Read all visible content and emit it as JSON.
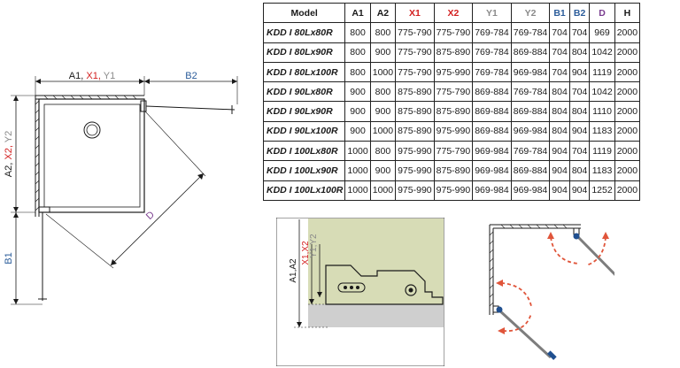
{
  "table": {
    "headers": [
      {
        "label": "Model",
        "color": "#1a1a1a"
      },
      {
        "label": "A1",
        "color": "#1a1a1a"
      },
      {
        "label": "A2",
        "color": "#1a1a1a"
      },
      {
        "label": "X1",
        "color": "#d32020"
      },
      {
        "label": "X2",
        "color": "#d32020"
      },
      {
        "label": "Y1",
        "color": "#8a8a8a"
      },
      {
        "label": "Y2",
        "color": "#8a8a8a"
      },
      {
        "label": "B1",
        "color": "#2b5c9a"
      },
      {
        "label": "B2",
        "color": "#2b5c9a"
      },
      {
        "label": "D",
        "color": "#7a3d8f"
      },
      {
        "label": "H",
        "color": "#1a1a1a"
      }
    ],
    "rows": [
      [
        "KDD I 80Lx80R",
        "800",
        "800",
        "775-790",
        "775-790",
        "769-784",
        "769-784",
        "704",
        "704",
        "969",
        "2000"
      ],
      [
        "KDD I 80Lx90R",
        "800",
        "900",
        "775-790",
        "875-890",
        "769-784",
        "869-884",
        "704",
        "804",
        "1042",
        "2000"
      ],
      [
        "KDD I 80Lx100R",
        "800",
        "1000",
        "775-790",
        "975-990",
        "769-784",
        "969-984",
        "704",
        "904",
        "1119",
        "2000"
      ],
      [
        "KDD I 90Lx80R",
        "900",
        "800",
        "875-890",
        "775-790",
        "869-884",
        "769-784",
        "804",
        "704",
        "1042",
        "2000"
      ],
      [
        "KDD I 90Lx90R",
        "900",
        "900",
        "875-890",
        "875-890",
        "869-884",
        "869-884",
        "804",
        "804",
        "1110",
        "2000"
      ],
      [
        "KDD I 90Lx100R",
        "900",
        "1000",
        "875-890",
        "975-990",
        "869-884",
        "969-984",
        "804",
        "904",
        "1183",
        "2000"
      ],
      [
        "KDD I 100Lx80R",
        "1000",
        "800",
        "975-990",
        "775-790",
        "969-984",
        "769-784",
        "904",
        "704",
        "1119",
        "2000"
      ],
      [
        "KDD I 100Lx90R",
        "1000",
        "900",
        "975-990",
        "875-890",
        "969-984",
        "869-884",
        "904",
        "804",
        "1183",
        "2000"
      ],
      [
        "KDD I 100Lx100R",
        "1000",
        "1000",
        "975-990",
        "975-990",
        "969-984",
        "969-984",
        "904",
        "904",
        "1252",
        "2000"
      ]
    ]
  },
  "plan": {
    "top_dim": {
      "a": "A1, ",
      "x": "X1, ",
      "y": "Y1"
    },
    "side_dim": {
      "a": "A2, ",
      "x": "X2, ",
      "y": "Y2"
    },
    "b1": "B1",
    "b2": "B2",
    "d": "D"
  },
  "detail": {
    "a": "A1,A2",
    "x": "X1,X2",
    "y": "Y1,Y2"
  },
  "colors": {
    "black": "#1a1a1a",
    "red": "#d32020",
    "gray": "#8a8a8a",
    "blue": "#2b5c9a",
    "purple": "#7a3d8f",
    "arrow_red": "#e0553a",
    "profile_green": "#d7dcb6"
  }
}
